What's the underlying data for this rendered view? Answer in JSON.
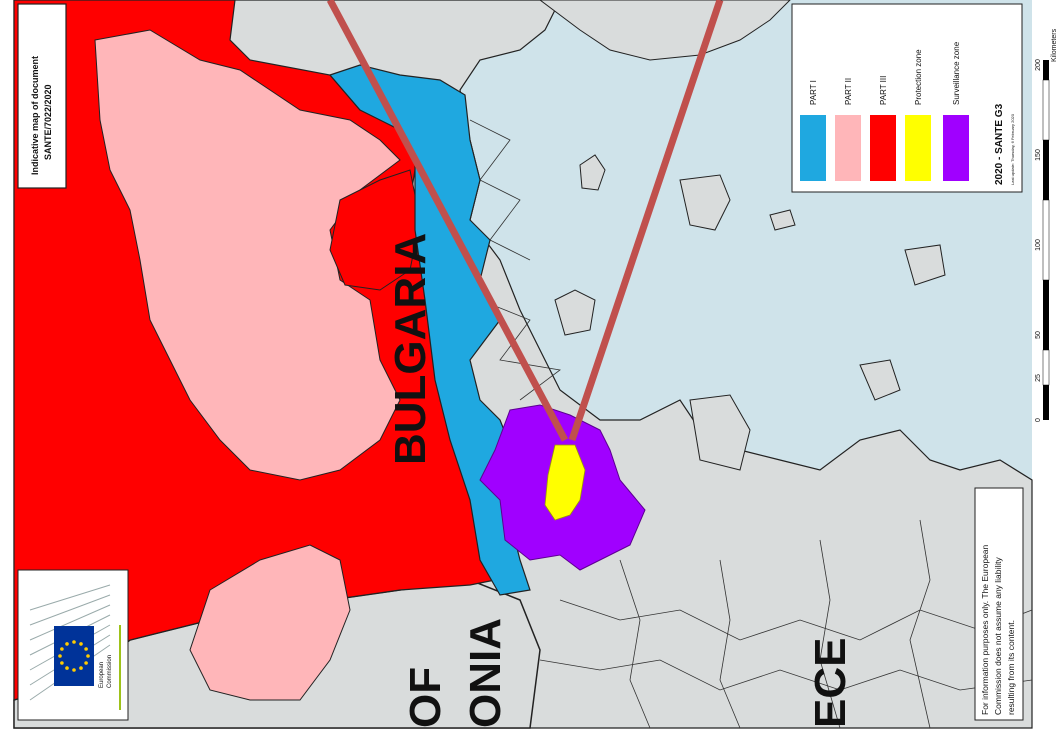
{
  "document_box": {
    "line1": "Indicative map of document",
    "line2": "SANTE/7022/2020"
  },
  "labels": {
    "bulgaria": "BULGARIA",
    "of": "OF",
    "onia": "ONIA",
    "ece": "ECE"
  },
  "legend": {
    "items": [
      {
        "label": "PART I",
        "color": "#1fa8e0"
      },
      {
        "label": "PART II",
        "color": "#ffb6b9"
      },
      {
        "label": "PART III",
        "color": "#ff0000"
      },
      {
        "label": "Protection zone",
        "color": "#ffff00"
      },
      {
        "label": "Surveillance zone",
        "color": "#a000ff"
      }
    ],
    "title": "2020 - SANTE G3",
    "update": "Last update: Thursday, 6 February 2020"
  },
  "scale": {
    "ticks": [
      "0",
      "25",
      "50",
      "100",
      "150",
      "200"
    ],
    "unit": "Kilometers"
  },
  "disclaimer": {
    "line1": "For information purposes only. The European",
    "line2": "Commission does not assume any liability",
    "line3": "resulting from its content."
  },
  "logo": {
    "line1": "European",
    "line2": "Commission"
  },
  "colors": {
    "sea": "#cfe3ea",
    "land_other": "#d9dcdc",
    "border": "#222222",
    "pointer": "#c0504d"
  }
}
